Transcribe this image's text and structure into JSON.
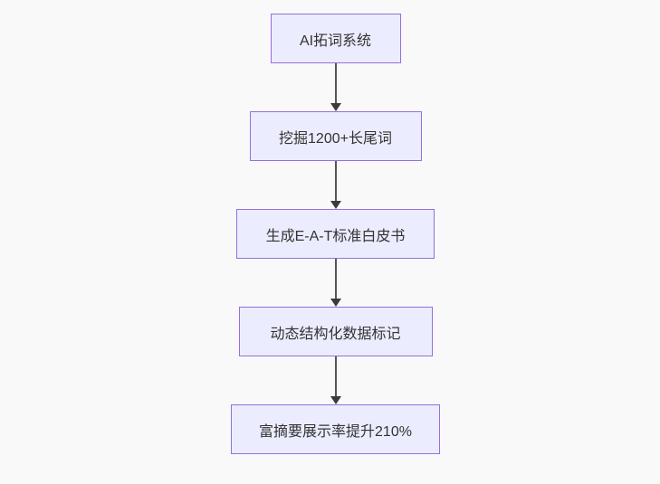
{
  "diagram": {
    "type": "flowchart",
    "direction": "top-down",
    "nodes": [
      {
        "id": "A",
        "label": "AI拓词系统"
      },
      {
        "id": "B",
        "label": "挖掘1200+长尾词"
      },
      {
        "id": "C",
        "label": "生成E-A-T标准白皮书"
      },
      {
        "id": "D",
        "label": "动态结构化数据标记"
      },
      {
        "id": "E",
        "label": "富摘要展示率提升210%"
      }
    ],
    "edges": [
      {
        "from": "A",
        "to": "B",
        "label": ""
      },
      {
        "from": "B",
        "to": "C",
        "label": ""
      },
      {
        "from": "C",
        "to": "D",
        "label": ""
      },
      {
        "from": "D",
        "to": "E",
        "label": ""
      }
    ],
    "colors": {
      "background": "#f9f9f9",
      "node_fill": "#ececff",
      "node_border": "#9370DB",
      "arrow": "#3b3b3b",
      "text": "#333333"
    }
  }
}
